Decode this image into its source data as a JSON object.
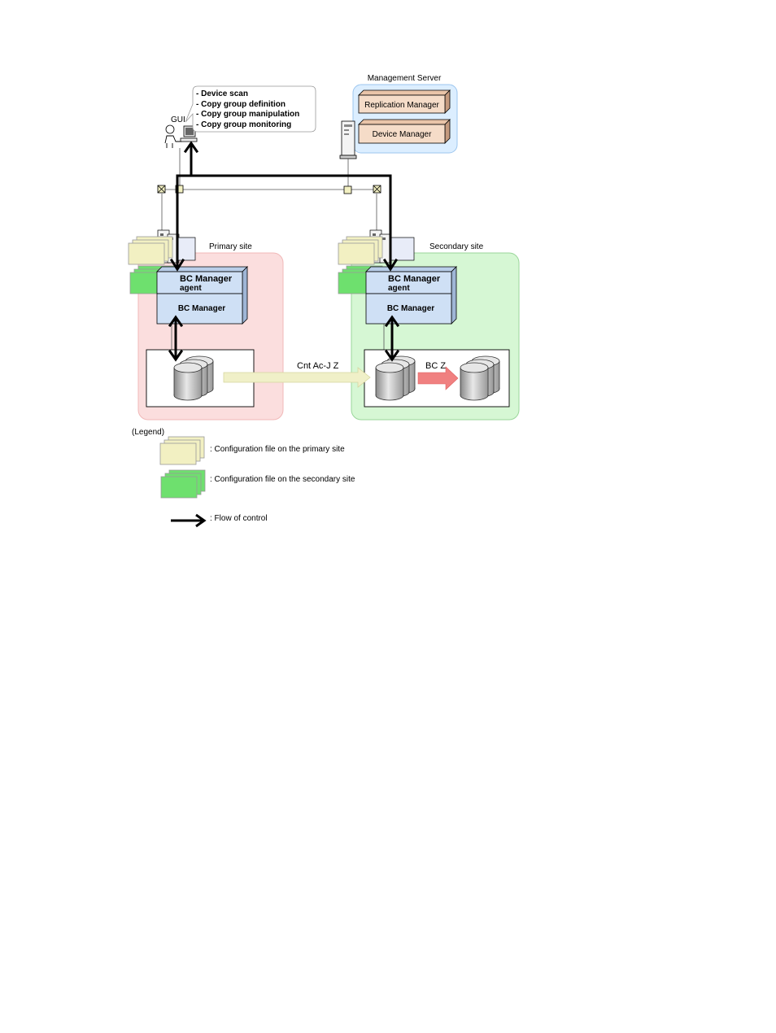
{
  "gui": {
    "label": "GUI",
    "tasks": [
      "- Device scan",
      "- Copy group definition",
      "- Copy group manipulation",
      "- Copy group monitoring"
    ]
  },
  "management_server": {
    "title": "Management Server",
    "replication_manager": "Replication Manager",
    "device_manager": "Device Manager"
  },
  "primary_site": {
    "title": "Primary site",
    "agent_line1": "BC Manager",
    "agent_line2": "agent",
    "bc_manager": "BC Manager"
  },
  "secondary_site": {
    "title": "Secondary site",
    "agent_line1": "BC Manager",
    "agent_line2": "agent",
    "bc_manager": "BC Manager",
    "copy_label": "BC Z"
  },
  "remote_copy_label": "Cnt Ac-J Z",
  "legend": {
    "title": "(Legend)",
    "primary_config": ": Configuration file on the primary site",
    "secondary_config": ": Configuration file on the secondary site",
    "flow": ": Flow of control"
  },
  "colors": {
    "primary_bg": "#fbdede",
    "secondary_bg": "#d6f7d4",
    "server_bg": "#dceeff",
    "manager_box": "#f5dcc8",
    "bc_box": "#cfe0f5",
    "primary_file": "#f2f0c2",
    "secondary_file": "#6ee06e",
    "remote_arrow": "#f0f0c8",
    "bc_arrow": "#f08080"
  }
}
